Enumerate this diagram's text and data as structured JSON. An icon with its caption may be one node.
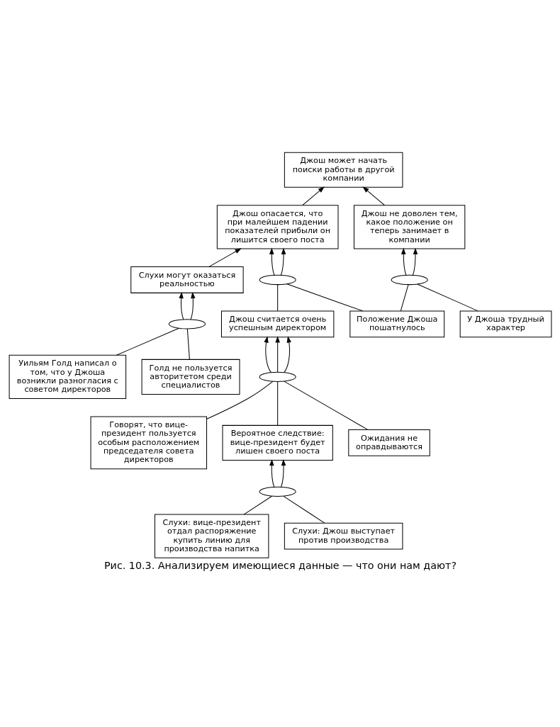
{
  "diagram": {
    "caption": "Рис. 10.3. Анализируем имеющиеся данные — что они нам дают?",
    "nodes": [
      {
        "text": [
          "Джош может начать поиски работы в другой компании"
        ]
      },
      {
        "text": [
          "Джош опасается, что при малейшем падении показателей прибыли он лишится своего поста"
        ]
      },
      {
        "text": [
          "Джош не доволен тем, какое положение он теперь занимает в компании"
        ]
      },
      {
        "text": [],
        "shape": "ellipse"
      },
      {
        "text": [],
        "shape": "ellipse"
      },
      {
        "text": [
          "Слухи могут оказаться реальностью"
        ]
      },
      {
        "text": [
          "У Джоша трудный характер"
        ]
      },
      {
        "text": [],
        "shape": "ellipse"
      },
      {
        "text": [
          "Голд не пользуется авторитетом среди специалистов"
        ]
      },
      {
        "text": [
          "Уильям Голд написал о том, что у Джоша возникли разногласия с советом директоров"
        ]
      },
      {
        "text": [
          "Джош считается очень успешным директором"
        ]
      },
      {
        "text": [
          "Положение Джоша пошатнулось"
        ]
      },
      {
        "text": [],
        "shape": "ellipse"
      },
      {
        "text": [
          "Говорят, что вице-президент пользуется особым расположением председателя совета директоров"
        ]
      },
      {
        "text": [
          "Вероятное следствие: вице-президент будет лишен своего поста"
        ]
      },
      {
        "text": [
          "Ожидания не оправдываются"
        ]
      },
      {
        "text": [],
        "shape": "ellipse"
      },
      {
        "text": [
          "Слухи: вице-президент отдал распоряжение купить линию для производства напитка"
        ]
      },
      {
        "text": [
          "Слухи: Джош выступает против производства"
        ]
      }
    ],
    "edges": [
      {
        "from": 1,
        "to": 0,
        "arrow": "to"
      },
      {
        "from": 2,
        "to": 0,
        "arrow": "to"
      },
      {
        "from": 3,
        "to": 1,
        "arrow": "to"
      },
      {
        "from": 3,
        "to": 1,
        "arrow": "to"
      },
      {
        "from": 4,
        "to": 2,
        "arrow": "to"
      },
      {
        "from": 4,
        "to": 2,
        "arrow": "to"
      },
      {
        "from": 5,
        "to": 1,
        "arrow": "to"
      },
      {
        "from": 6,
        "to": 4,
        "arrow": "none"
      },
      {
        "from": 7,
        "to": 5,
        "arrow": "to"
      },
      {
        "from": 7,
        "to": 5,
        "arrow": "to"
      },
      {
        "from": 8,
        "to": 7,
        "arrow": "none"
      },
      {
        "from": 9,
        "to": 7,
        "arrow": "none"
      },
      {
        "from": 10,
        "to": 3,
        "arrow": "none"
      },
      {
        "from": 11,
        "to": 3,
        "arrow": "none"
      },
      {
        "from": 11,
        "to": 4,
        "arrow": "none"
      },
      {
        "from": 12,
        "to": 10,
        "arrow": "to"
      },
      {
        "from": 12,
        "to": 10,
        "arrow": "to"
      },
      {
        "from": 12,
        "to": 10,
        "arrow": "to"
      },
      {
        "from": 13,
        "to": 12,
        "arrow": "none"
      },
      {
        "from": 14,
        "to": 12,
        "arrow": "none"
      },
      {
        "from": 15,
        "to": 12,
        "arrow": "none"
      },
      {
        "from": 16,
        "to": 14,
        "arrow": "to"
      },
      {
        "from": 16,
        "to": 14,
        "arrow": "to"
      },
      {
        "from": 17,
        "to": 16,
        "arrow": "none"
      },
      {
        "from": 18,
        "to": 16,
        "arrow": "none"
      }
    ]
  }
}
